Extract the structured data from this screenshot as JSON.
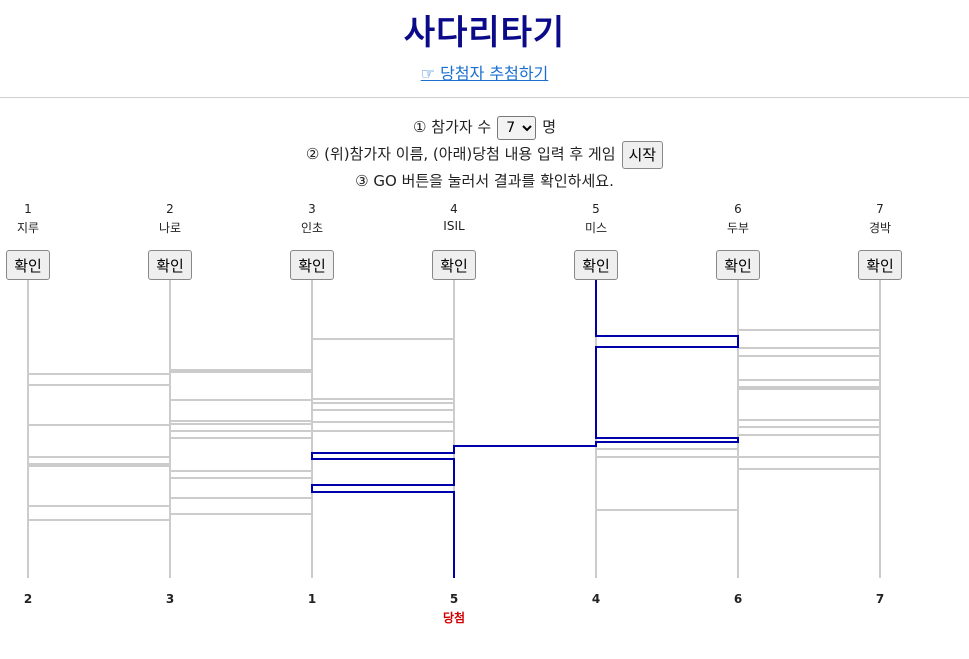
{
  "header": {
    "title": "사다리타기",
    "link_label": "☞ 당첨자 추첨하기"
  },
  "steps": {
    "step1_prefix": "① 참가자 수",
    "count_value": "7",
    "step1_suffix": "명",
    "step2_text": "② (위)참가자 이름, (아래)당첨 내용 입력 후 게임",
    "start_label": "시작",
    "step3_text": "③ GO 버튼을 눌러서 결과를 확인하세요."
  },
  "participants": [
    {
      "num": "1",
      "name": "지루"
    },
    {
      "num": "2",
      "name": "나로"
    },
    {
      "num": "3",
      "name": "인초"
    },
    {
      "num": "4",
      "name": "ISIL"
    },
    {
      "num": "5",
      "name": "미스"
    },
    {
      "num": "6",
      "name": "두부"
    },
    {
      "num": "7",
      "name": "경박"
    }
  ],
  "confirm_label": "확인",
  "results": [
    {
      "num": "2",
      "win": ""
    },
    {
      "num": "3",
      "win": ""
    },
    {
      "num": "1",
      "win": ""
    },
    {
      "num": "5",
      "win": "당첨"
    },
    {
      "num": "4",
      "win": ""
    },
    {
      "num": "6",
      "win": ""
    },
    {
      "num": "7",
      "win": ""
    }
  ],
  "colors": {
    "title": "#0b0b8a",
    "link": "#1a6fd0",
    "ladder_line": "#cccccc",
    "path_highlight": "#0000aa",
    "winner_text": "#d00000"
  }
}
